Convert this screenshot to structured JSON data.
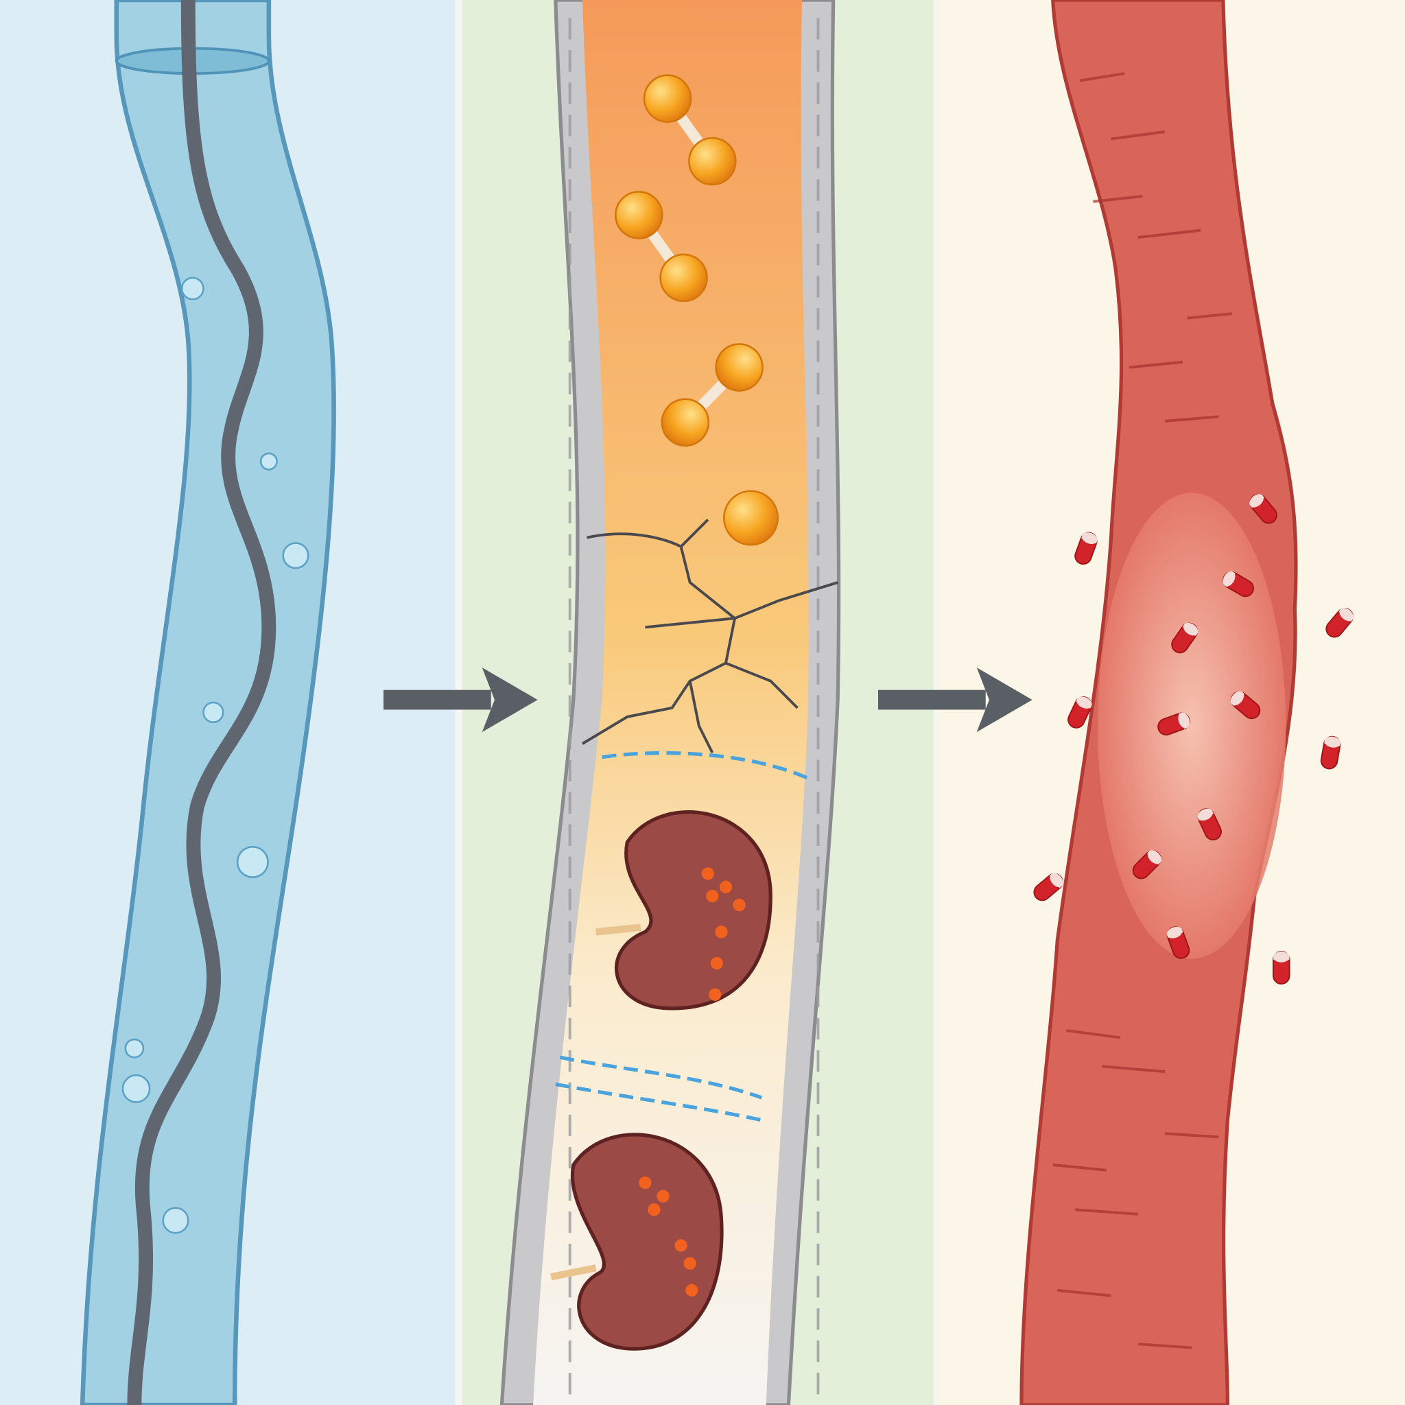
{
  "panels": [
    {
      "id": "healthy-vessel",
      "background": "#dcedf6",
      "icon": "water-tube-icon"
    },
    {
      "id": "damaged-vessel",
      "background": "#e4efd9",
      "icon": "cracked-vessel-icon"
    },
    {
      "id": "inflamed-vessel",
      "background": "#fbf6e7",
      "icon": "inflamed-artery-icon"
    }
  ],
  "colors": {
    "water": "#8ec6de",
    "tube_outline": "#4f93b8",
    "wire": "#5f6670",
    "vessel_wall": "#c9c9cc",
    "fluid_orange": "#f5a25a",
    "molecule": "#f59a1c",
    "kidney": "#9c4a45",
    "artery": "#d9645a",
    "pill": "#d3232a",
    "arrow": "#5a5f66"
  },
  "arrows": [
    "arrow-right-icon",
    "arrow-right-icon"
  ]
}
